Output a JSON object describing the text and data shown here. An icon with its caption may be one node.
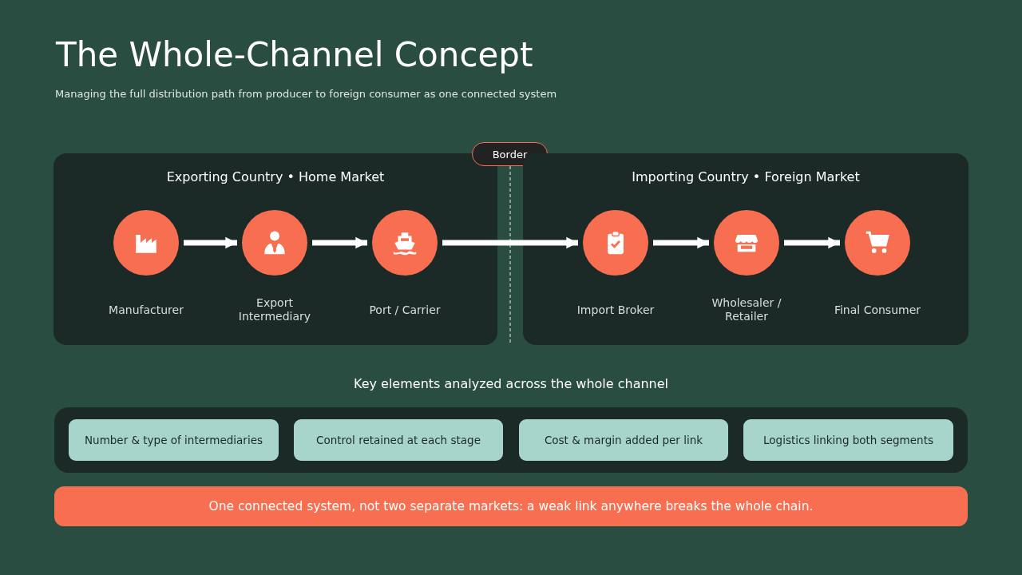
{
  "diagram": {
    "title": "The Whole-Channel Concept",
    "nodes": [
      {
        "text": [
          "Exporting Country • Home Market"
        ]
      },
      {
        "text": [
          "Manufacturer"
        ],
        "in": 0
      },
      {
        "text": [
          "Export Intermediary"
        ],
        "in": 0
      },
      {
        "text": [
          "Port / Carrier"
        ],
        "in": 0
      },
      {
        "text": [
          "Border"
        ]
      },
      {
        "text": [
          "Importing Country • Foreign Market"
        ]
      },
      {
        "text": [
          "Import Broker"
        ],
        "in": 5
      },
      {
        "text": [
          "Wholesaler / Retailer"
        ],
        "in": 5
      },
      {
        "text": [
          "Final Consumer"
        ],
        "in": 5
      },
      {
        "text": [
          "Key elements analyzed across the whole channel"
        ]
      },
      {
        "text": [
          "Number & type of intermediaries"
        ],
        "in": 9
      },
      {
        "text": [
          "Control retained at each stage"
        ],
        "in": 9
      },
      {
        "text": [
          "Cost & margin added per link"
        ],
        "in": 9
      },
      {
        "text": [
          "Logistics linking both segments"
        ],
        "in": 9
      },
      {
        "text": [
          "One connected system, not two separate markets: a weak link anywhere breaks the whole chain."
        ]
      }
    ],
    "edges": [
      {
        "from": 1,
        "to": 2,
        "arrow": "to"
      },
      {
        "from": 2,
        "to": 3,
        "arrow": "to"
      },
      {
        "from": 3,
        "to": 6,
        "arrow": "to"
      },
      {
        "from": 6,
        "to": 7,
        "arrow": "to"
      },
      {
        "from": 7,
        "to": 8,
        "arrow": "to"
      }
    ],
    "labels": [
      "Managing the full distribution path from producer to foreign consumer as one connected system"
    ]
  }
}
